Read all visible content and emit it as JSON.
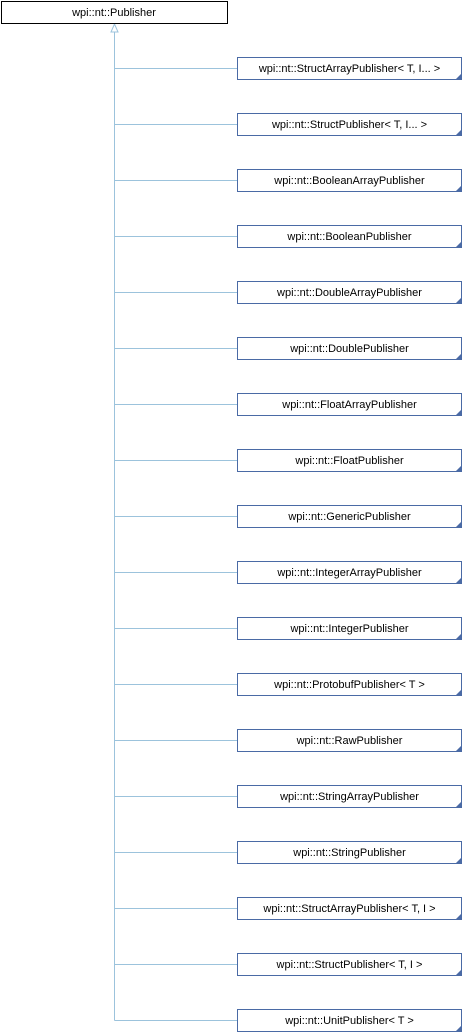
{
  "diagram": {
    "root": {
      "label": "wpi::nt::Publisher"
    },
    "children": [
      {
        "label": "wpi::nt::StructArrayPublisher< T, I... >"
      },
      {
        "label": "wpi::nt::StructPublisher< T, I... >"
      },
      {
        "label": "wpi::nt::BooleanArrayPublisher"
      },
      {
        "label": "wpi::nt::BooleanPublisher"
      },
      {
        "label": "wpi::nt::DoubleArrayPublisher"
      },
      {
        "label": "wpi::nt::DoublePublisher"
      },
      {
        "label": "wpi::nt::FloatArrayPublisher"
      },
      {
        "label": "wpi::nt::FloatPublisher"
      },
      {
        "label": "wpi::nt::GenericPublisher"
      },
      {
        "label": "wpi::nt::IntegerArrayPublisher"
      },
      {
        "label": "wpi::nt::IntegerPublisher"
      },
      {
        "label": "wpi::nt::ProtobufPublisher< T >"
      },
      {
        "label": "wpi::nt::RawPublisher"
      },
      {
        "label": "wpi::nt::StringArrayPublisher"
      },
      {
        "label": "wpi::nt::StringPublisher"
      },
      {
        "label": "wpi::nt::StructArrayPublisher< T, I >"
      },
      {
        "label": "wpi::nt::StructPublisher< T, I >"
      },
      {
        "label": "wpi::nt::UnitPublisher< T >"
      }
    ],
    "colors": {
      "edge": "#9cc3dc",
      "node_border": "#4a6aa5",
      "node_fill": "#ffffff",
      "root_border": "#000000",
      "text": "#000000"
    }
  }
}
